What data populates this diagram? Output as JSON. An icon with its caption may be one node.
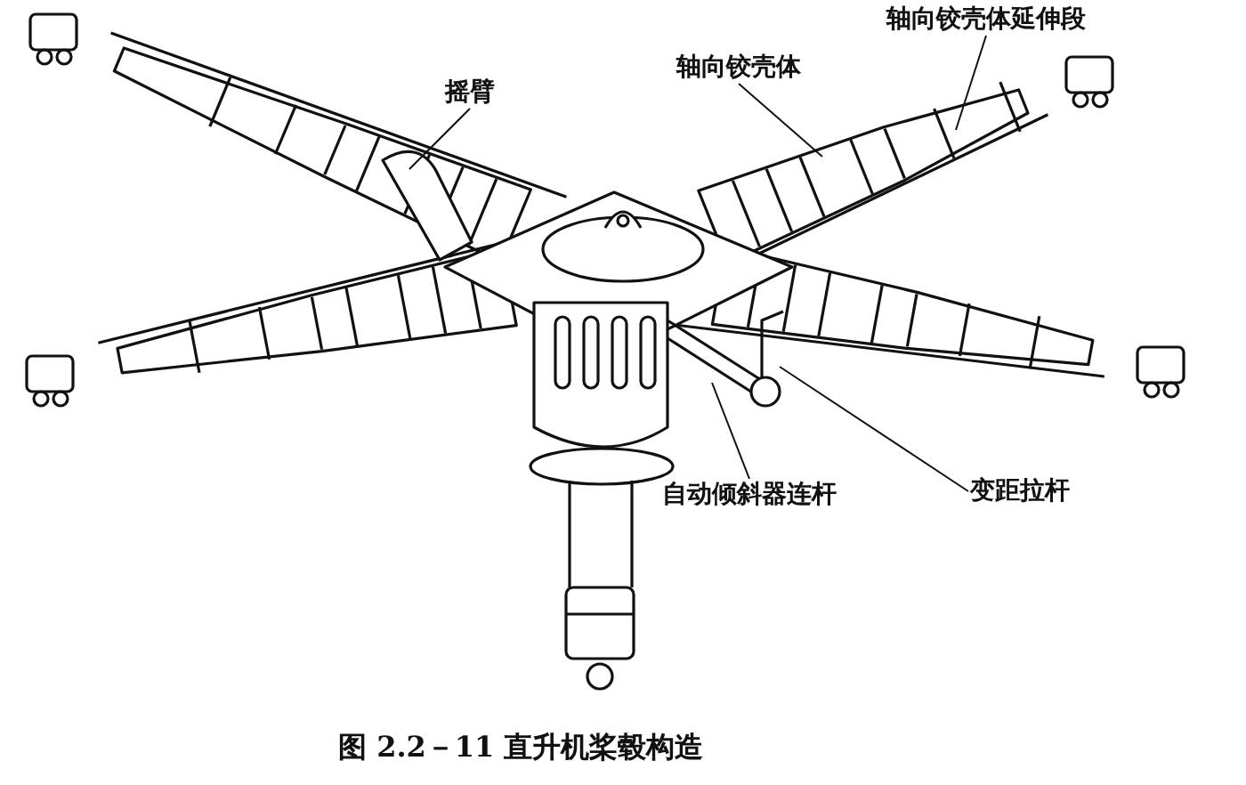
{
  "diagram": {
    "caption": "图 2.2－11 直升机桨毂构造",
    "nodes": [
      {
        "text": [
          "轴向铰壳体延伸段"
        ]
      },
      {
        "text": [
          "轴向铰壳体"
        ]
      },
      {
        "text": [
          "摇臂"
        ]
      },
      {
        "text": [
          "自动倾斜器连杆"
        ]
      },
      {
        "text": [
          "变距拉杆"
        ]
      }
    ],
    "edges": [
      {
        "from": 0,
        "to": null,
        "arrow": "none"
      },
      {
        "from": 1,
        "to": null,
        "arrow": "none"
      },
      {
        "from": 2,
        "to": null,
        "arrow": "none"
      },
      {
        "from": 3,
        "to": null,
        "arrow": "none"
      },
      {
        "from": 4,
        "to": null,
        "arrow": "none"
      }
    ]
  }
}
